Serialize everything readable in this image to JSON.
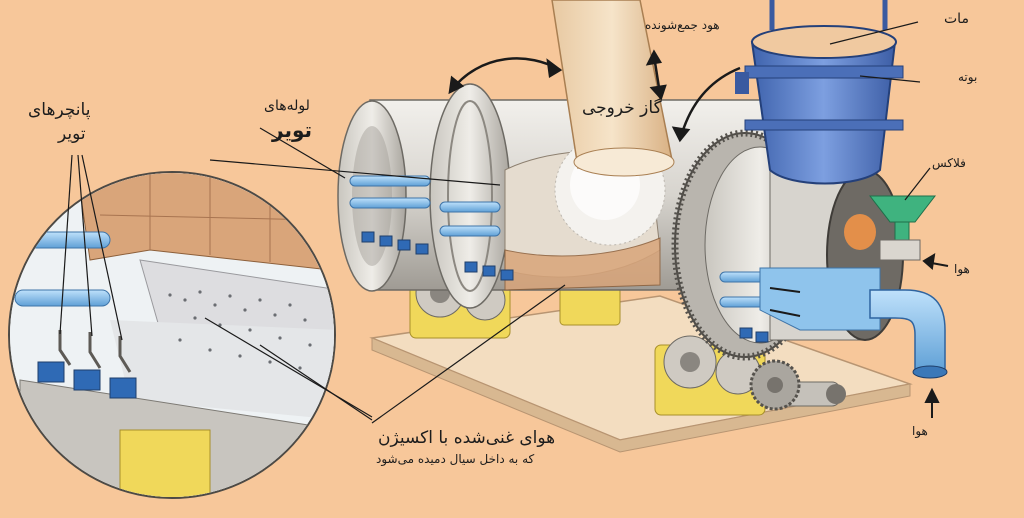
{
  "labels": {
    "matte": "مات",
    "ladle": "بوته",
    "collecting_hood": "هود جمع‌شونده",
    "exhaust_gas": "گاز خروجی",
    "tuyere_pipes_line1": "لوله‌های",
    "tuyere_pipes_line2": "تویر",
    "tuyere_punchers_line1": "پانچرهای",
    "tuyere_punchers_line2": "تویر",
    "flux": "فلاکس",
    "air_1": "هوا",
    "air_2": "هوا",
    "oxygen_enriched_air_line1": "هوای غنی‌شده با اکسیژن",
    "oxygen_enriched_air_line2": "که به داخل سیال دمیده می‌شود"
  },
  "colors": {
    "background": "#f7c79a",
    "shell": "#d9d6d0",
    "shell_dark": "#9f9b94",
    "refractory": "#d9a57a",
    "tuyere_blue": "#9cc7ea",
    "ladle_blue": "#5c82c9",
    "flux_green": "#3fb37f",
    "support_yellow": "#f0d85a",
    "base_plate": "#f3ddc0"
  }
}
